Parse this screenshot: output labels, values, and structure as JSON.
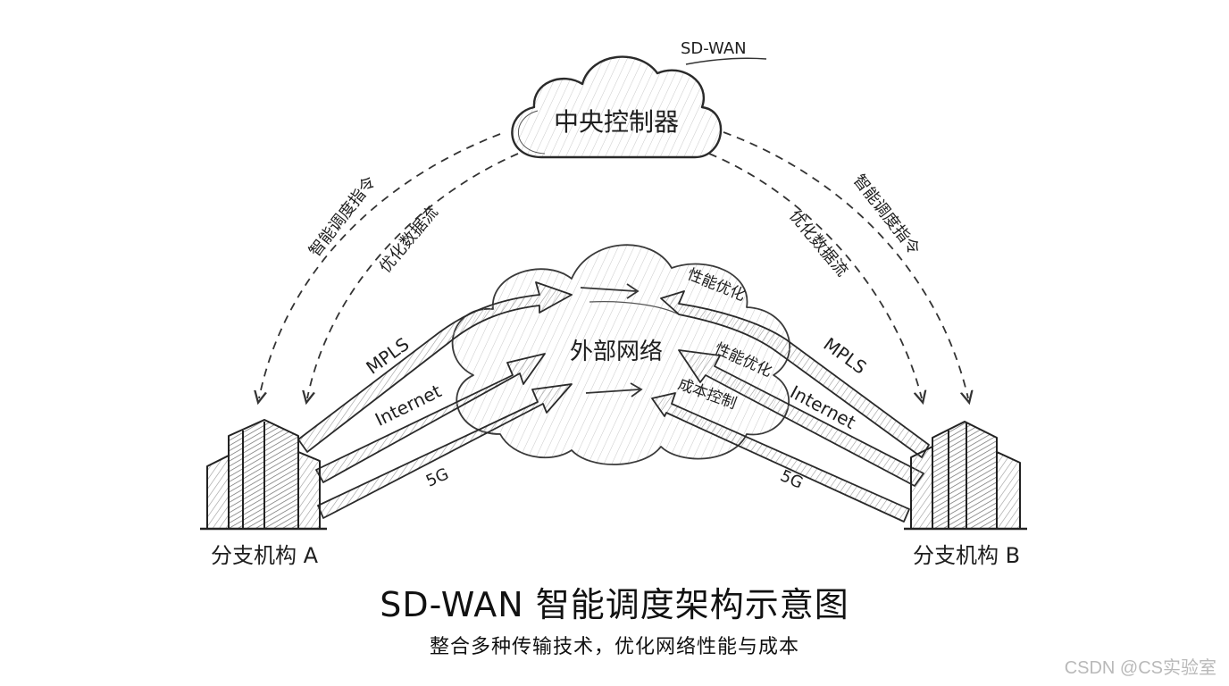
{
  "diagram": {
    "controller_tag": "SD-WAN",
    "controller_label": "中央控制器",
    "network_label": "外部网络",
    "branch_a_label": "分支机构 A",
    "branch_b_label": "分支机构 B",
    "left": {
      "cmd_label": "智能调度指令",
      "data_label": "优化数据流",
      "links": [
        "MPLS",
        "Internet",
        "5G"
      ]
    },
    "right": {
      "cmd_label": "智能调度指令",
      "data_label": "优化数据流",
      "links": [
        "MPLS",
        "Internet",
        "5G"
      ],
      "annotations": [
        "性能优化",
        "性能优化",
        "成本控制"
      ]
    }
  },
  "title": "SD-WAN 智能调度架构示意图",
  "subtitle": "整合多种传输技术，优化网络性能与成本",
  "watermark": "CSDN @CS实验室"
}
